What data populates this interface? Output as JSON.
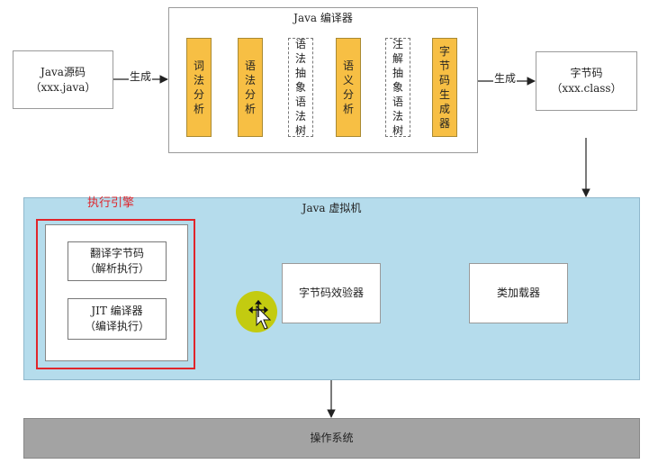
{
  "source": {
    "line1": "Java源码",
    "line2": "（xxx.java）"
  },
  "arrow_label_left": "生成",
  "compiler": {
    "title": "Java 编译器",
    "stages": [
      {
        "chars": [
          "词",
          "法",
          "分",
          "析"
        ],
        "style": "filled"
      },
      {
        "chars": [
          "语",
          "法",
          "分",
          "析"
        ],
        "style": "filled"
      },
      {
        "chars": [
          "语",
          "法",
          "抽",
          "象",
          "语",
          "法",
          "树"
        ],
        "style": "dashed"
      },
      {
        "chars": [
          "语",
          "义",
          "分",
          "析"
        ],
        "style": "filled"
      },
      {
        "chars": [
          "注",
          "解",
          "抽",
          "象",
          "语",
          "法",
          "树"
        ],
        "style": "dashed"
      },
      {
        "chars": [
          "字",
          "节",
          "码",
          "生",
          "成",
          "器"
        ],
        "style": "filled"
      }
    ]
  },
  "arrow_label_right": "生成",
  "bytecode": {
    "line1": "字节码",
    "line2": "（xxx.class）"
  },
  "jvm": {
    "title": "Java 虚拟机",
    "engine_label": "执行引擎",
    "interpreter": {
      "line1": "翻译字节码",
      "line2": "（解析执行）"
    },
    "jit": {
      "line1": "JIT 编译器",
      "line2": "（编译执行）"
    },
    "verifier": "字节码效验器",
    "class_loader": "类加载器"
  },
  "os": "操作系统",
  "colors": {
    "stage_fill": "#f7bf44",
    "jvm_bg": "#b5dcec",
    "os_bg": "#a3a3a3",
    "highlight_red": "#e0252b",
    "cursor_halo": "#c3cb10"
  }
}
